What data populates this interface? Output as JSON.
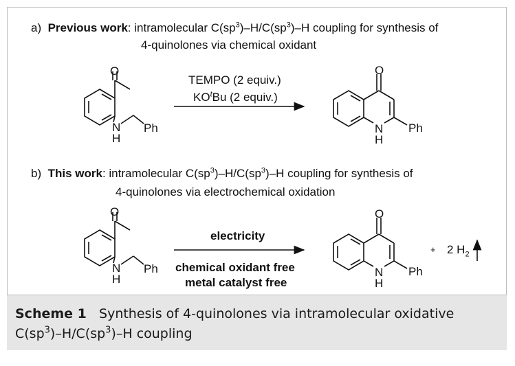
{
  "part_a": {
    "label": "a)",
    "heading": "Previous work",
    "line1_rest": ": intramolecular C(sp",
    "line1_mid": ")–H/C(sp",
    "line1_end": ")–H coupling for synthesis of",
    "line2": "4-quinolones via chemical oxidant",
    "reagent1": "TEMPO (2 equiv.)",
    "reagent2_a": "KO",
    "reagent2_t": "t",
    "reagent2_b": "Bu (2 equiv.)"
  },
  "part_b": {
    "label": "b)",
    "heading": "This work",
    "line1_rest": ": intramolecular C(sp",
    "line1_mid": ")–H/C(sp",
    "line1_end": ")–H coupling for synthesis of",
    "line2": "4-quinolones via electrochemical oxidation",
    "condition_top": "electricity",
    "condition_bottom1": "chemical oxidant free",
    "condition_bottom2": "metal catalyst free",
    "byproduct_plus": "+",
    "byproduct_num": "2 H",
    "byproduct_sub": "2"
  },
  "sup3": "3",
  "atoms": {
    "O": "O",
    "N": "N",
    "H": "H",
    "Ph": "Ph"
  },
  "caption": {
    "label": "Scheme 1",
    "text1": "Synthesis of 4-quinolones via intramolecular oxidative",
    "text2a": "C(sp",
    "text2b": ")–H/C(sp",
    "text2c": ")–H coupling"
  }
}
